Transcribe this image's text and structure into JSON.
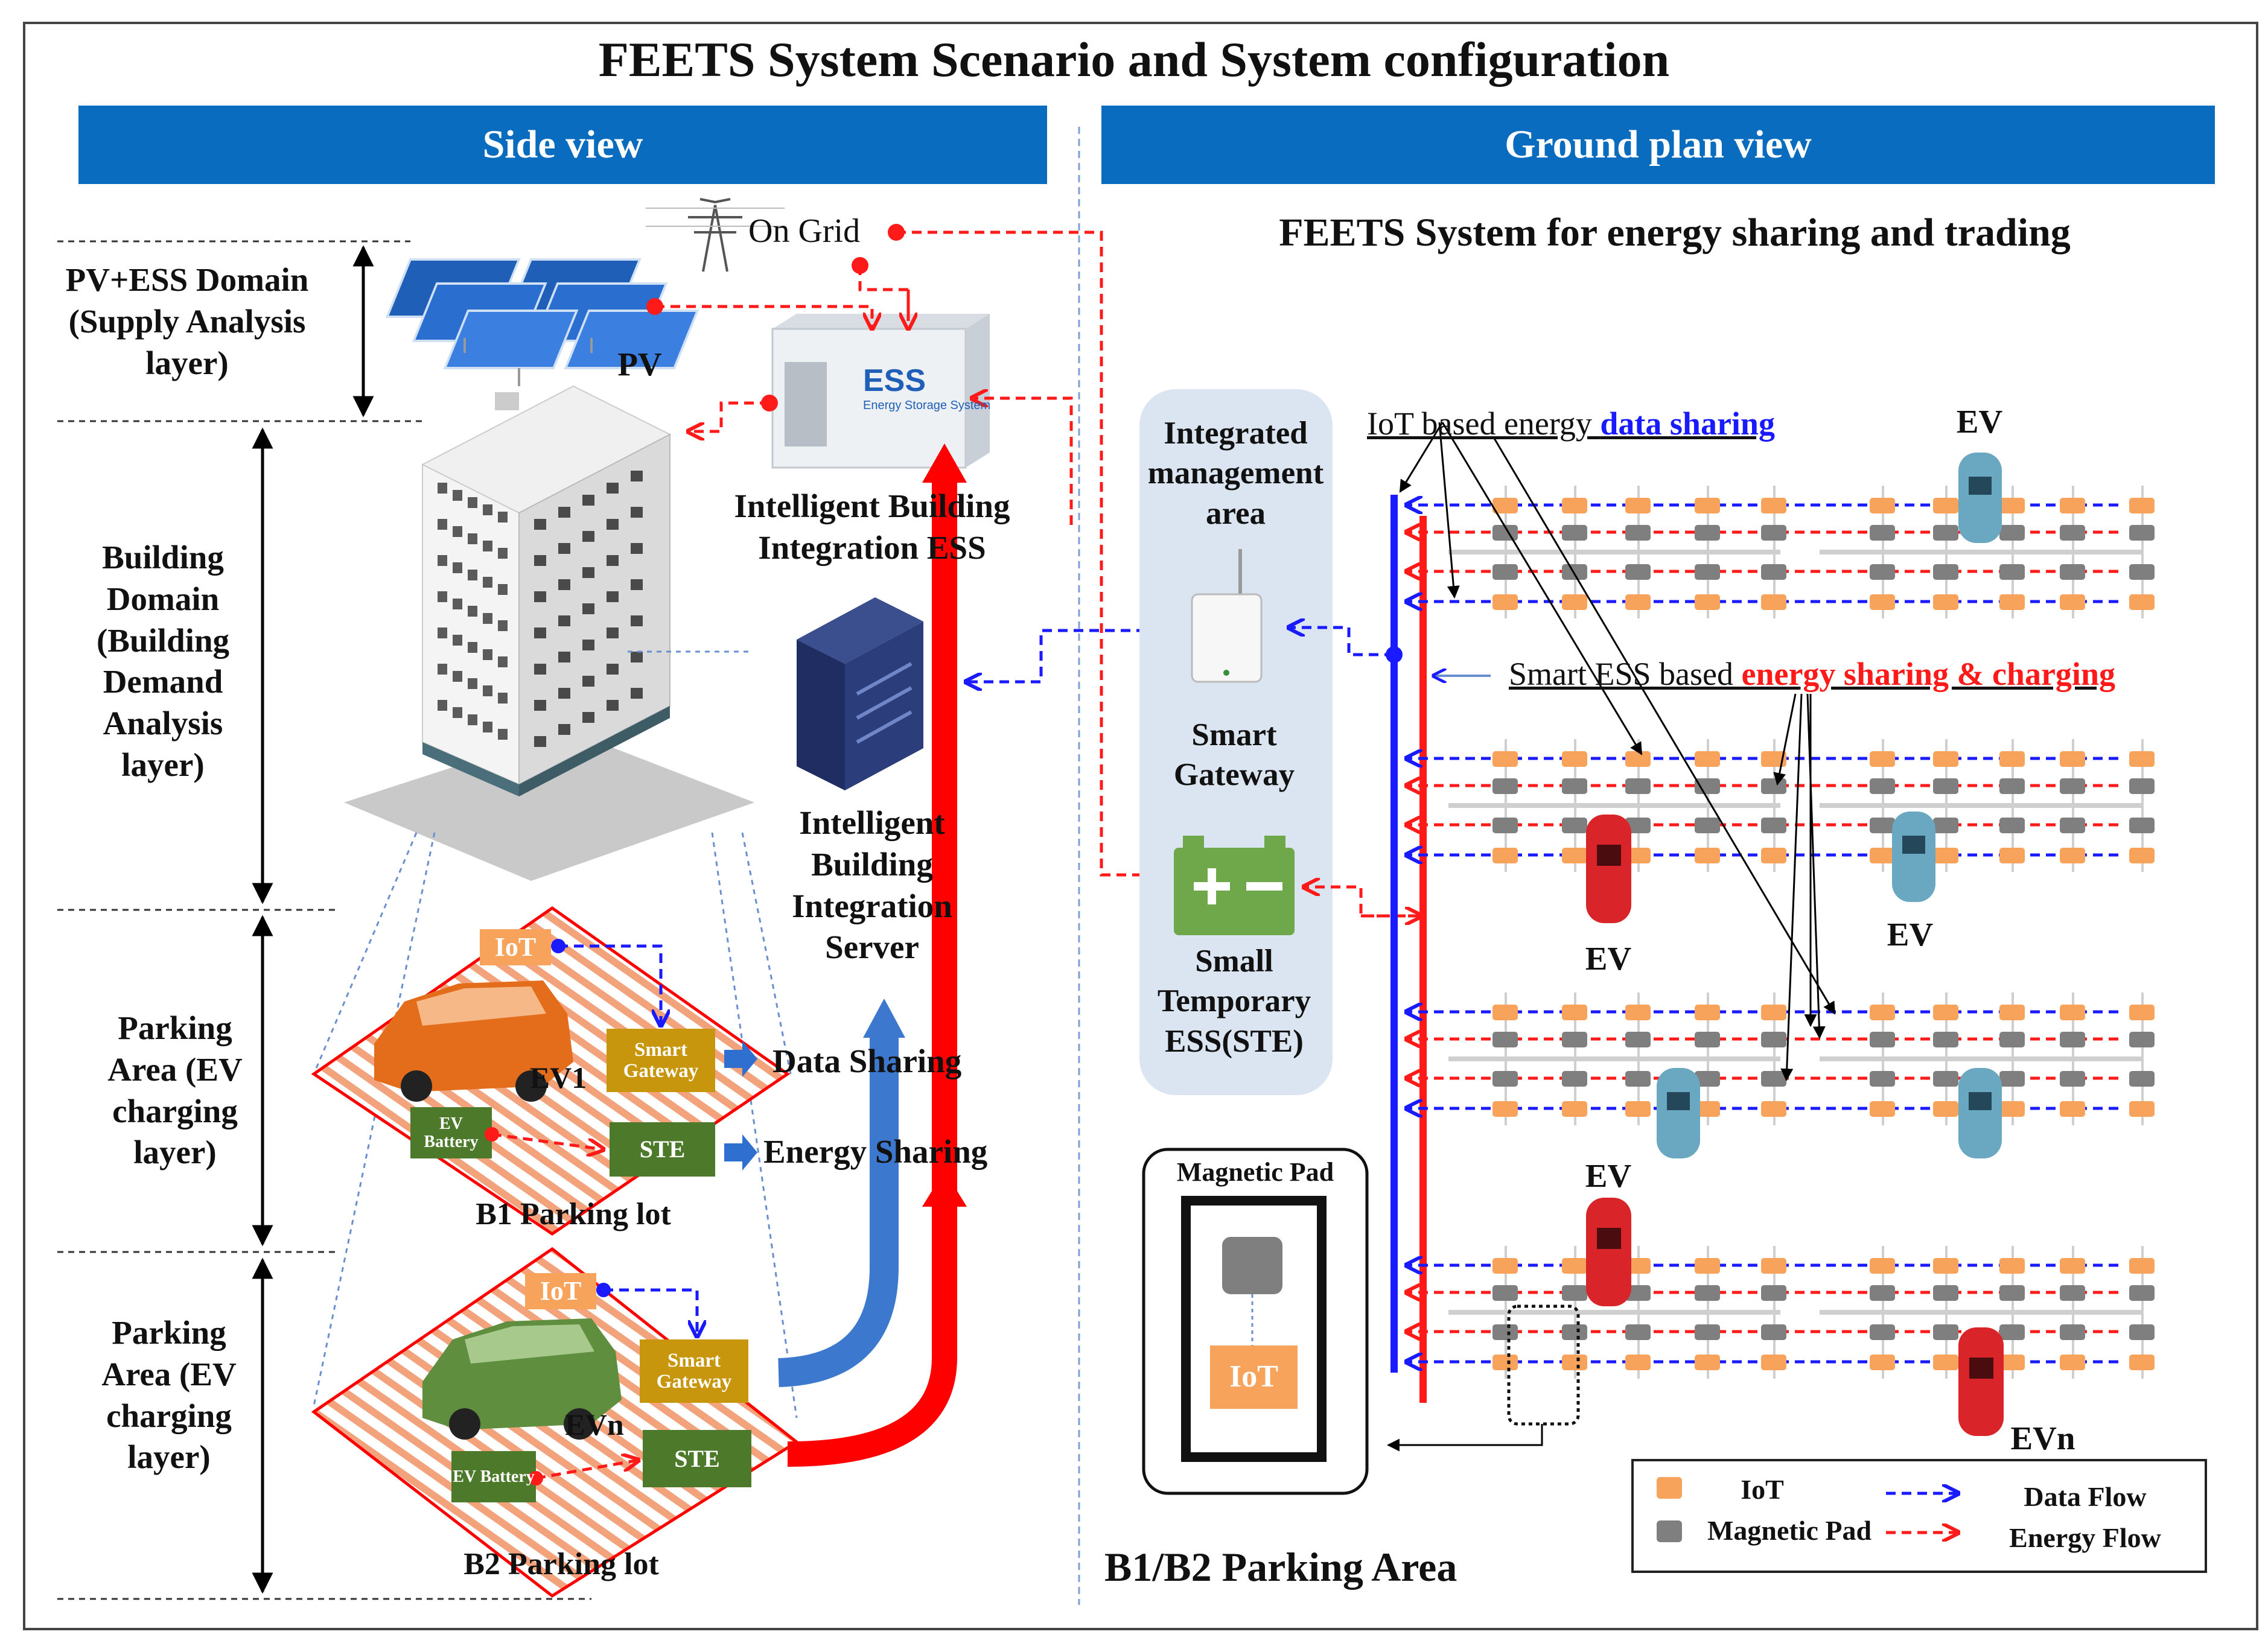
{
  "title": "FEETS System Scenario and System configuration",
  "side_view": {
    "banner": "Side view",
    "layers": {
      "pv_ess": "PV+ESS Domain (Supply Analysis layer)",
      "building": "Building Domain (Building Demand Analysis layer)",
      "parking1": "Parking Area (EV charging layer)",
      "parking2": "Parking Area (EV charging layer)"
    },
    "on_grid": "On Grid",
    "pv": "PV",
    "ess_box": "ESS",
    "ess_box_sub": "Energy Storage System",
    "ib_ess": "Intelligent Building Integration ESS",
    "ib_server": "Intelligent Building Integration Server",
    "b1": {
      "iot": "IoT",
      "ev": "EV1",
      "smart_gateway": "Smart Gateway",
      "ev_battery": "EV Battery",
      "ste": "STE",
      "lot": "B1 Parking lot"
    },
    "b2": {
      "iot": "IoT",
      "ev": "EVn",
      "smart_gateway": "Smart Gateway",
      "ev_battery": "EV Battery",
      "ste": "STE",
      "lot": "B2 Parking lot"
    },
    "data_sharing": "Data Sharing",
    "energy_sharing": "Energy Sharing"
  },
  "ground_view": {
    "banner": "Ground plan view",
    "subtitle": "FEETS System for energy sharing and trading",
    "integrated_area": "Integrated management area",
    "smart_gateway": "Smart Gateway",
    "small_ess": "Small Temporary ESS(STE)",
    "iot_sharing_prefix": "IoT based energy ",
    "iot_sharing_highlight": "data sharing",
    "ess_sharing_prefix": "Smart ESS based ",
    "ess_sharing_highlight": "energy sharing & charging",
    "ev_labels": [
      "EV",
      "EV",
      "EV",
      "EV"
    ],
    "evn": "EVn",
    "magnetic_pad_title": "Magnetic Pad",
    "magnetic_pad_iot": "IoT",
    "area_label": "B1/B2 Parking Area",
    "legend": {
      "iot": "IoT",
      "magnetic_pad": "Magnetic Pad",
      "data_flow": "Data Flow",
      "energy_flow": "Energy Flow"
    }
  },
  "colors": {
    "banner": "#0a6cbf",
    "data_flow": "#1a1aff",
    "energy_flow": "#ff1a1a",
    "iot_tile": "#f7a35c",
    "magnetic_pad": "#7f7f7f",
    "gateway": "#c8960c",
    "ste": "#4d7a2a",
    "panel": "#dbe5f1"
  }
}
